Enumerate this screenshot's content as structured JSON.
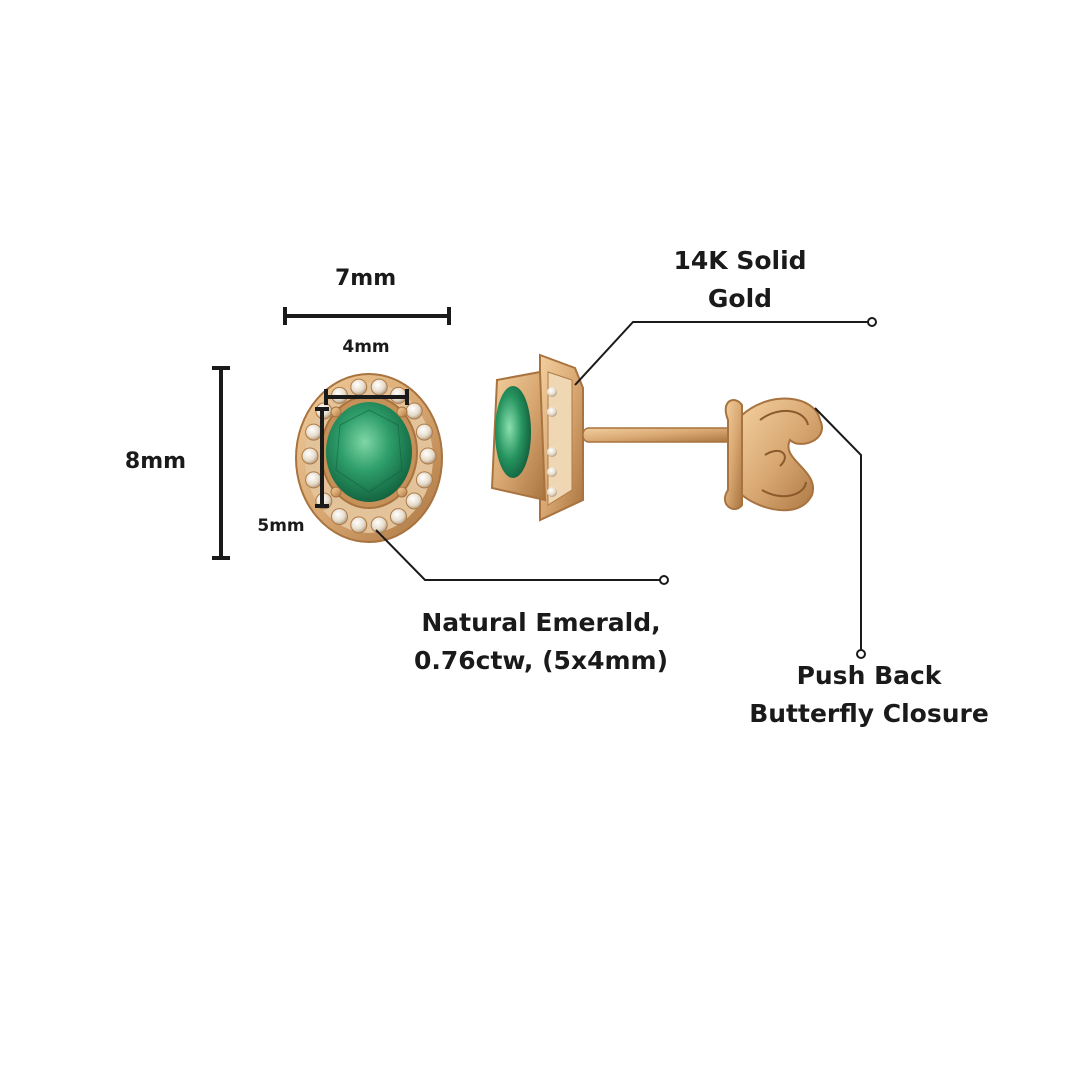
{
  "dimensions": {
    "width_label": "7mm",
    "height_label": "8mm",
    "stone_width_label": "4mm",
    "stone_height_label": "5mm"
  },
  "callouts": {
    "metal": {
      "line1": "14K Solid",
      "line2": "Gold"
    },
    "stone": {
      "line1": "Natural Emerald,",
      "line2": "0.76ctw, (5x4mm)"
    },
    "closure": {
      "line1": "Push Back",
      "line2": "Butterfly Closure"
    }
  },
  "colors": {
    "gold": "#d9a872",
    "gold_dark": "#b07a45",
    "emerald": "#2e9e6a",
    "emerald_dark": "#0f5c3a",
    "diamond": "#ece2d3",
    "line": "#1a1a1a"
  }
}
